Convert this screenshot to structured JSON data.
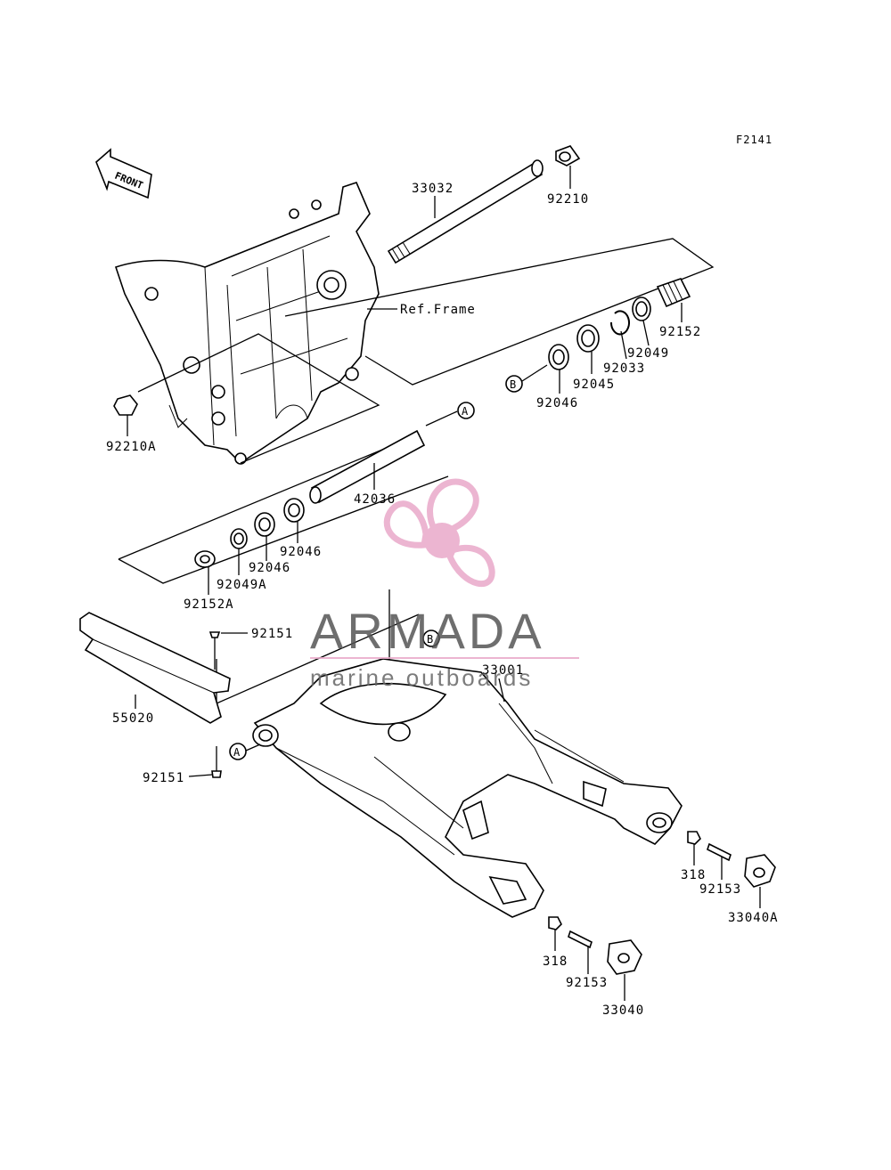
{
  "figure_code": "F2141",
  "front_label": "FRONT",
  "ref_frame_label": "Ref.Frame",
  "watermark": {
    "brand": "ARMADA",
    "tagline": "marine outboards",
    "accent": "#e9a9c9",
    "text_color": "#555555"
  },
  "callouts": {
    "A1": "A",
    "A2": "A",
    "B1": "B",
    "B2": "B"
  },
  "parts": {
    "p33032": "33032",
    "p92210": "92210",
    "p92210A": "92210A",
    "p92152": "92152",
    "p92049": "92049",
    "p92033": "92033",
    "p92045": "92045",
    "p92046a": "92046",
    "p42036": "42036",
    "p92046b": "92046",
    "p92046c": "92046",
    "p92049A": "92049A",
    "p92152A": "92152A",
    "p92151a": "92151",
    "p55020": "55020",
    "p92151b": "92151",
    "p33001": "33001",
    "p318a": "318",
    "p92153a": "92153",
    "p33040A": "33040A",
    "p318b": "318",
    "p92153b": "92153",
    "p33040": "33040"
  }
}
